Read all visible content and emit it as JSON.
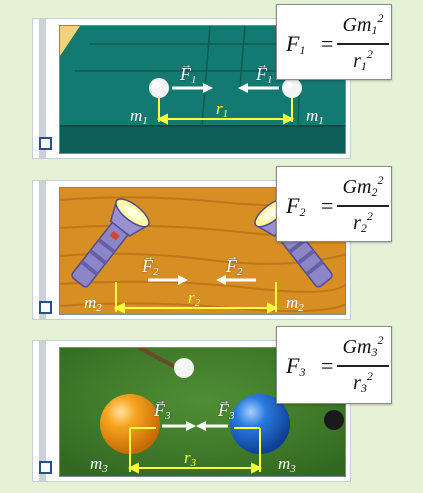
{
  "panels": [
    {
      "id": 1,
      "scene": "tabletop",
      "formula": {
        "lhs": "F",
        "lhs_sub": "1",
        "eq": "=",
        "num_main": "Gm",
        "num_sub": "1",
        "num_sup": "2",
        "den_main": "r",
        "den_sub": "1",
        "den_sup": "2"
      },
      "mass_label": "m",
      "mass_sub": "1",
      "force_label": "F",
      "force_sub": "1",
      "distance_label": "r",
      "distance_sub": "1",
      "checked": false
    },
    {
      "id": 2,
      "scene": "flashlights",
      "formula": {
        "lhs": "F",
        "lhs_sub": "2",
        "eq": "=",
        "num_main": "Gm",
        "num_sub": "2",
        "num_sup": "2",
        "den_main": "r",
        "den_sub": "2",
        "den_sup": "2"
      },
      "mass_label": "m",
      "mass_sub": "2",
      "force_label": "F",
      "force_sub": "2",
      "distance_label": "r",
      "distance_sub": "2",
      "checked": false
    },
    {
      "id": 3,
      "scene": "billiards",
      "formula": {
        "lhs": "F",
        "lhs_sub": "3",
        "eq": "=",
        "num_main": "Gm",
        "num_sub": "3",
        "num_sup": "2",
        "den_main": "r",
        "den_sub": "3",
        "den_sup": "2"
      },
      "mass_label": "m",
      "mass_sub": "3",
      "force_label": "F",
      "force_sub": "3",
      "distance_label": "r",
      "distance_sub": "3",
      "checked": false
    }
  ],
  "colors": {
    "background": "#e6f2d6",
    "checkbox": "#2a4d9a",
    "distance_line": "#ffff3a",
    "force_arrow": "#ffffff",
    "table_green": "#127a70",
    "wood": "#d78e22",
    "felt": "#3f7d2a",
    "ball_orange": "#f59a18",
    "ball_blue": "#1f6ed0"
  },
  "icons": [
    "checkbox-icon",
    "flashlight-icon",
    "ball-icon",
    "arrow-right-icon",
    "arrow-left-icon"
  ]
}
